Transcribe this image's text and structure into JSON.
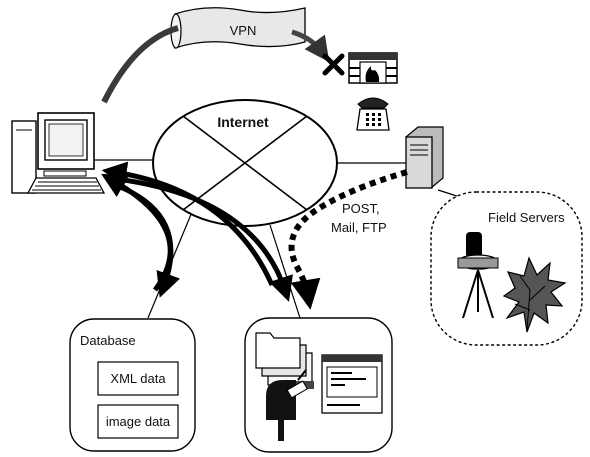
{
  "labels": {
    "vpn": "VPN",
    "internet": "Internet",
    "protocols_line1": "POST,",
    "protocols_line2": "Mail, FTP",
    "field_servers": "Field Servers",
    "database": "Database",
    "xml_data": "XML data",
    "image_data": "image data"
  },
  "icons": {
    "firewall": "firewall-icon",
    "blocked": "x-mark-icon",
    "telephone": "telephone-icon",
    "server": "server-tower-icon",
    "pc": "desktop-computer-icon",
    "camera": "camera-on-tripod-icon",
    "plant": "plant-icon",
    "folders": "folder-stack-icon",
    "mailbox": "mailbox-icon",
    "web_page": "web-page-icon"
  }
}
